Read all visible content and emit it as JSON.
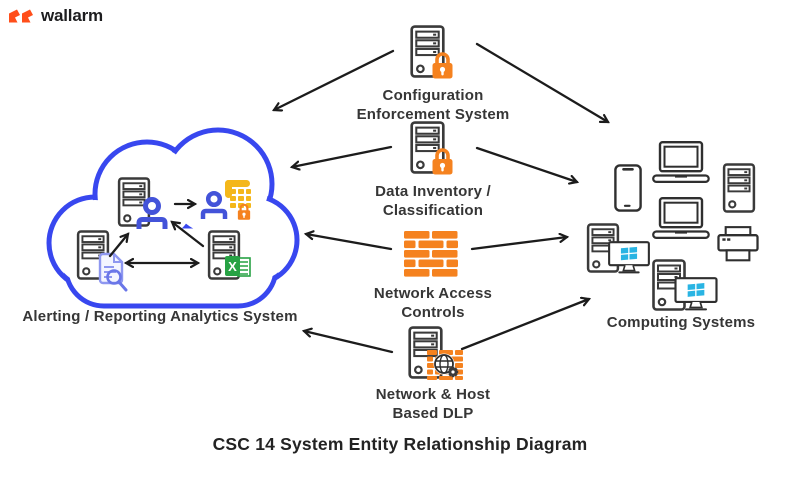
{
  "logo": {
    "brand": "wallarm",
    "mark_icon": "wallarm-flames-icon",
    "mark_color": "#FF4E1A"
  },
  "title": "CSC 14 System Entity Relationship Diagram",
  "colors": {
    "accent_orange": "#F5821F",
    "cloud_blue": "#3847EF",
    "windows_cyan": "#29B4E3",
    "excel_green": "#27A244",
    "person_blue": "#4353D9",
    "document_lavender": "#8E97F0",
    "phone_yellow": "#F4B71A",
    "arrow_ink": "#1C1C1C",
    "text_ink": "#363636"
  },
  "center_nodes": [
    {
      "id": "configuration-enforcement-system",
      "icon": "server-lock-icon",
      "line1": "Configuration",
      "line2": "Enforcement System"
    },
    {
      "id": "data-inventory-classification",
      "icon": "server-lock-icon",
      "line1": "Data Inventory /",
      "line2": "Classification"
    },
    {
      "id": "network-access-controls",
      "icon": "firewall-bricks-icon",
      "line1": "Network Access",
      "line2": "Controls"
    },
    {
      "id": "network-host-based-dlp",
      "icon": "server-dlp-globe-icon",
      "line1": "Network & Host",
      "line2": "Based DLP"
    }
  ],
  "cloud_system": {
    "label": "Alerting / Reporting Analytics System",
    "icons": [
      "server-analyst-icon",
      "analyst-phone-lock-icon",
      "server-log-search-icon",
      "server-spreadsheet-icon"
    ]
  },
  "computing_systems": {
    "label": "Computing Systems",
    "icons": [
      "smartphone-icon",
      "laptop-icon",
      "server-tower-icon",
      "laptop-icon",
      "desktop-windows-icon",
      "printer-icon",
      "desktop-windows-icon"
    ]
  }
}
